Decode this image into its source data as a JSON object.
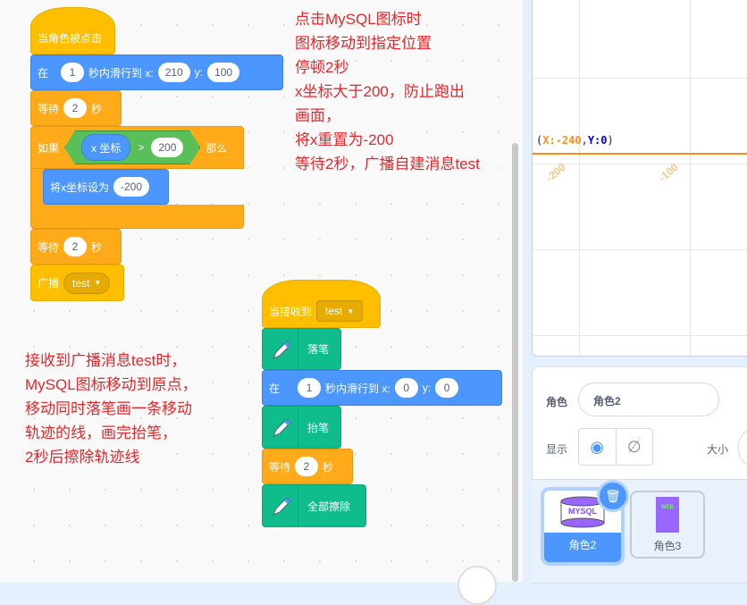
{
  "script1": {
    "hat": "当角色被点击",
    "glide": {
      "in": "在",
      "secs": "1",
      "text": "秒内滑行到 x:",
      "x": "210",
      "ylabel": "y:",
      "y": "100"
    },
    "wait1": {
      "label": "等待",
      "value": "2",
      "unit": "秒"
    },
    "if": {
      "label": "如果",
      "reporter": "x 坐标",
      "op": ">",
      "value": "200",
      "then": "那么"
    },
    "setx": {
      "label": "将x坐标设为",
      "value": "-200"
    },
    "wait2": {
      "label": "等待",
      "value": "2",
      "unit": "秒"
    },
    "broadcast": {
      "label": "广播",
      "value": "test"
    }
  },
  "script2": {
    "hat": "当接收到",
    "hat_value": "test",
    "pendown": "落笔",
    "glide": {
      "in": "在",
      "secs": "1",
      "text": "秒内滑行到 x:",
      "x": "0",
      "ylabel": "y:",
      "y": "0"
    },
    "penup": "抬笔",
    "wait": {
      "label": "等待",
      "value": "2",
      "unit": "秒"
    },
    "clear": "全部擦除"
  },
  "notes": {
    "top": "点击MySQL图标时\n图标移动到指定位置\n停顿2秒\nx坐标大于200，防止跑出\n画面，\n将x重置为-200\n等待2秒，广播自建消息test",
    "bottom": "接收到广播消息test时，\nMySQL图标移动到原点，\n移动同时落笔画一条移动\n轨迹的线，画完抬笔，\n2秒后擦除轨迹线"
  },
  "stage": {
    "coord_open": "(",
    "coord_x": "X:-240",
    "coord_sep": ",",
    "coord_y": "Y:0",
    "coord_close": ")",
    "tick1": "-200",
    "tick2": "-100"
  },
  "sprite_info": {
    "sprite_label": "角色",
    "sprite_name": "角色2",
    "show_label": "显示",
    "size_label": "大小"
  },
  "sprites": [
    {
      "name": "角色2",
      "thumb": "MYSQL",
      "selected": true
    },
    {
      "name": "角色3",
      "thumb": "WEB",
      "selected": false
    }
  ],
  "colors": {
    "note": "#e8262a",
    "events": "#ffbf00",
    "motion": "#4c97ff",
    "control": "#ffab19",
    "pen": "#0fbd8c"
  }
}
